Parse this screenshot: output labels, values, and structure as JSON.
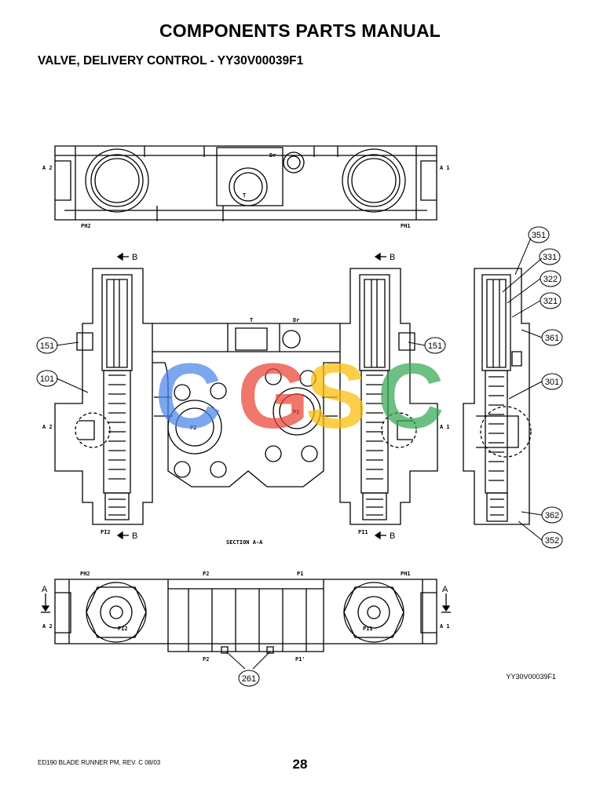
{
  "header": {
    "title": "COMPONENTS PARTS MANUAL",
    "subtitle": "VALVE, DELIVERY CONTROL - YY30V00039F1"
  },
  "drawing": {
    "top_view": {
      "ports": [
        "A 2",
        "A 1",
        "PH2",
        "PH1",
        "Dr",
        "T"
      ]
    },
    "section_view": {
      "caption": "SECTION A-A",
      "section_marks": [
        "B",
        "B",
        "B",
        "B"
      ],
      "ports": [
        "T",
        "Dr",
        "A 2",
        "A 1",
        "P2",
        "P1",
        "PI2",
        "PI1"
      ]
    },
    "bottom_view": {
      "ports": [
        "PH2",
        "PH1",
        "P2",
        "P1",
        "P2",
        "P1'",
        "PI2",
        "PI1",
        "A 2",
        "A 1"
      ],
      "view_marks": [
        "A",
        "A"
      ]
    },
    "callouts": [
      "351",
      "331",
      "322",
      "321",
      "361",
      "151",
      "151",
      "101",
      "301",
      "362",
      "352",
      "261"
    ],
    "watermark": [
      "C",
      "G",
      "S",
      "C"
    ],
    "drawing_id": "YY30V00039F1"
  },
  "footer": {
    "manual_ref": "ED190 BLADE RUNNER PM, REV. C 08/03",
    "page_number": "28"
  }
}
